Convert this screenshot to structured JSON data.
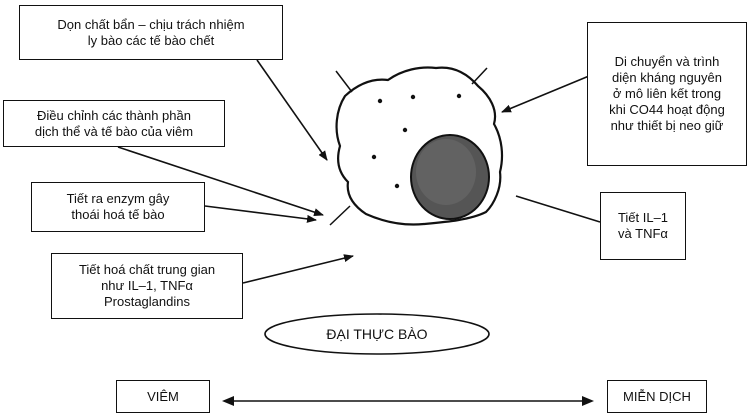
{
  "labels": {
    "phagocytosis": "Dọn chất bẩn – chịu trách nhiệm\nly bào các tế bào chết",
    "regulate": "Điều chỉnh các thành phần\ndịch thể và tế bào của viêm",
    "enzyme": "Tiết ra enzym gây\nthoái hoá tế bào",
    "mediators": "Tiết hoá chất trung gian\nnhư IL–1, TNFα\nProstaglandins",
    "antigen": "Di chuyển và trình\ndiện kháng nguyên\nở mô liên kết trong\nkhi CO44 hoạt động\nnhư thiết bị neo giữ",
    "cytokines": "Tiết IL–1\nvà TNFα"
  },
  "center_label": "ĐẠI THỰC BÀO",
  "spectrum": {
    "left": "VIÊM",
    "right": "MIỄN DỊCH"
  }
}
